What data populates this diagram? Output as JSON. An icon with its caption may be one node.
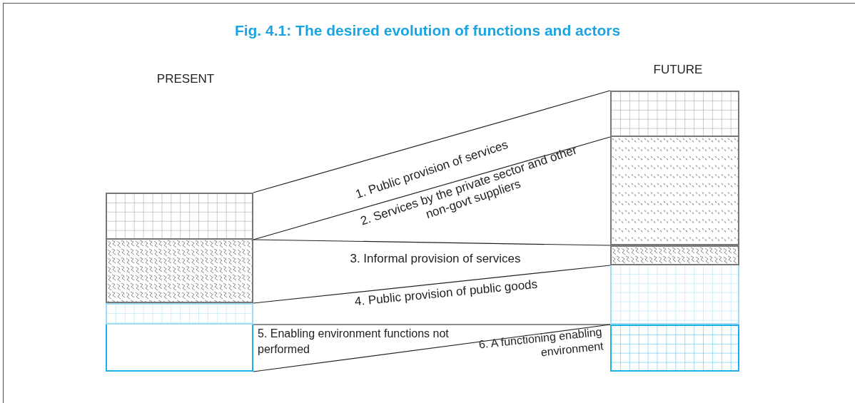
{
  "diagram": {
    "title": "Fig. 4.1:  The desired evolution of functions and actors",
    "nodes": [
      {
        "text": [],
        "shape": "box"
      },
      {
        "text": [],
        "shape": "box"
      },
      {
        "text": [],
        "shape": "box"
      },
      {
        "text": [],
        "shape": "box"
      },
      {
        "text": [],
        "shape": "box"
      },
      {
        "text": [],
        "shape": "box"
      },
      {
        "text": [],
        "shape": "box"
      },
      {
        "text": [],
        "shape": "box"
      },
      {
        "text": [],
        "shape": "box"
      }
    ],
    "edges": [
      {
        "from": 0,
        "to": 4,
        "arrow": "none"
      },
      {
        "from": 0,
        "to": 5,
        "arrow": "none"
      },
      {
        "from": 1,
        "to": 6,
        "arrow": "none"
      },
      {
        "from": 2,
        "to": 7,
        "arrow": "none"
      },
      {
        "from": 3,
        "to": 8,
        "arrow": "none"
      },
      {
        "from": 3,
        "to": 8,
        "arrow": "none"
      }
    ],
    "labels": [
      "PRESENT",
      "FUTURE",
      "1. Public provision of services",
      "2. Services by the private sector and other non-govt suppliers",
      "3. Informal provision of services",
      "4. Public provision of public goods",
      "5. Enabling environment functions not performed",
      "6. A functioning enabling environment"
    ]
  }
}
